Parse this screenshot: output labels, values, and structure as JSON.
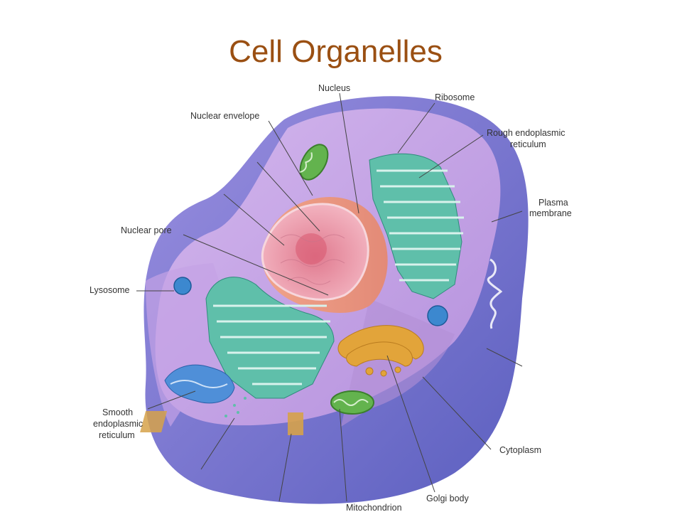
{
  "slide": {
    "title": "Cell Organelles"
  },
  "labels": {
    "nucleus": "Nucleus",
    "ribosome": "Ribosome",
    "nuclear_envelope": "Nuclear envelope",
    "rough_er_1": "Rough endoplasmic",
    "rough_er_2": "reticulum",
    "plasma_membrane_1": "Plasma",
    "plasma_membrane_2": "membrane",
    "nuclear_pore": "Nuclear pore",
    "lysosome": "Lysosome",
    "smooth_er_1": "Smooth",
    "smooth_er_2": "endoplasmic",
    "smooth_er_3": "reticulum",
    "cytoplasm": "Cytoplasm",
    "golgi_body": "Golgi body",
    "mitochondrion": "Mitochondrion"
  },
  "colors": {
    "title": "#9a4f12",
    "membrane": "#6f72c9",
    "cytoplasm": "#c9a7e3",
    "nucleus": "#f1a9b8",
    "rough_er": "#5fbfaa",
    "smooth_er": "#4f8fd8",
    "golgi": "#e2a43a",
    "mitochondrion": "#63b34e",
    "lysosome": "#3c88cf"
  }
}
